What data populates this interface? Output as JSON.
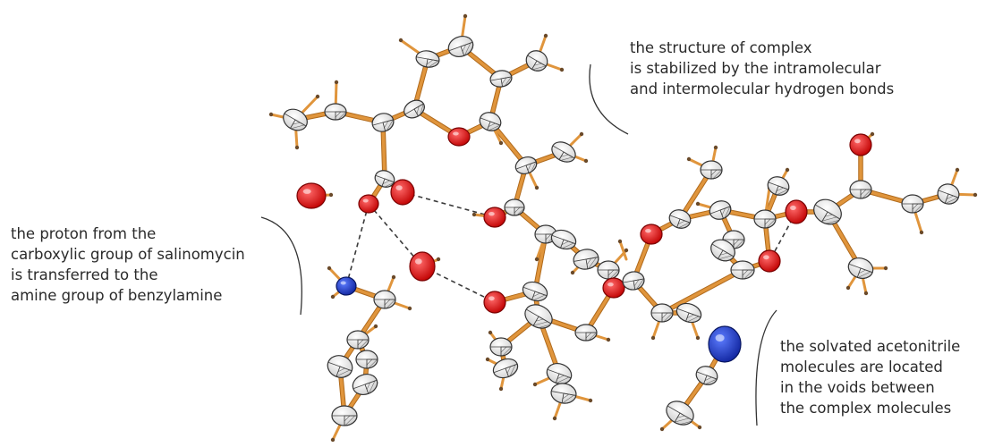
{
  "annotations": {
    "top": [
      "the structure of complex",
      "is stabilized by the intramolecular",
      "and intermolecular hydrogen bonds"
    ],
    "left": [
      "the proton from the",
      "carboxylic group of salinomycin",
      "is transferred to the",
      "amine group of benzylamine"
    ],
    "bottom": [
      "the solvated acetonitrile",
      "molecules are located",
      "in the voids between",
      "the complex molecules"
    ]
  },
  "colors": {
    "bond": "#e0953c",
    "bond_dark": "#b06a1c",
    "oxygen": "#e01c1c",
    "nitrogen": "#1f3fd6",
    "carbon": "#f4f4f4",
    "hydrogen_bond": "#3a3a3a",
    "text": "#2a2a2a",
    "bracket": "#333333"
  }
}
